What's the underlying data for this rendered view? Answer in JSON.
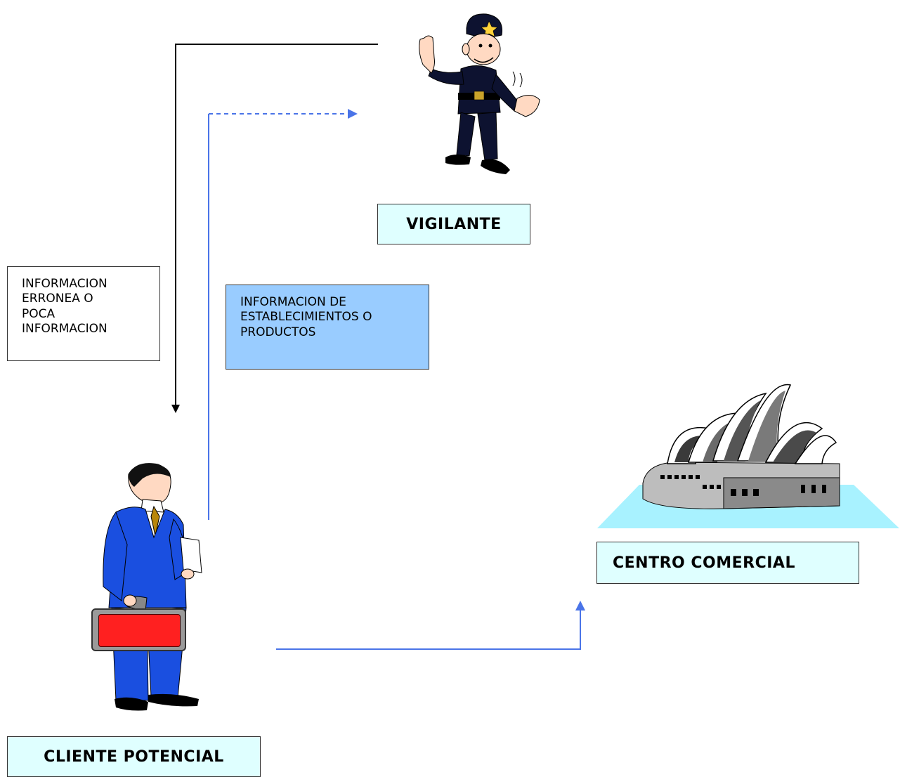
{
  "nodes": {
    "vigilante": "VIGILANTE",
    "centro": "CENTRO COMERCIAL",
    "cliente": "CLIENTE POTENCIAL"
  },
  "notes": {
    "erronea": [
      "INFORMACION",
      "ERRONEA O",
      "POCA",
      "INFORMACION"
    ],
    "info": [
      "INFORMACION DE",
      "ESTABLECIMIENTOS O",
      "PRODUCTOS"
    ]
  },
  "colors": {
    "label_fill": "#dfffff",
    "info_fill": "#99ccff",
    "blue_arrow": "#4a74e8",
    "black_arrow": "#000000",
    "suit_blue": "#1a4fe0",
    "police_navy": "#0d1230",
    "briefcase_red": "#ff2020",
    "plaza_cyan": "#a8f2ff"
  },
  "icons": [
    "police-officer-icon",
    "businessman-icon",
    "opera-house-icon"
  ]
}
